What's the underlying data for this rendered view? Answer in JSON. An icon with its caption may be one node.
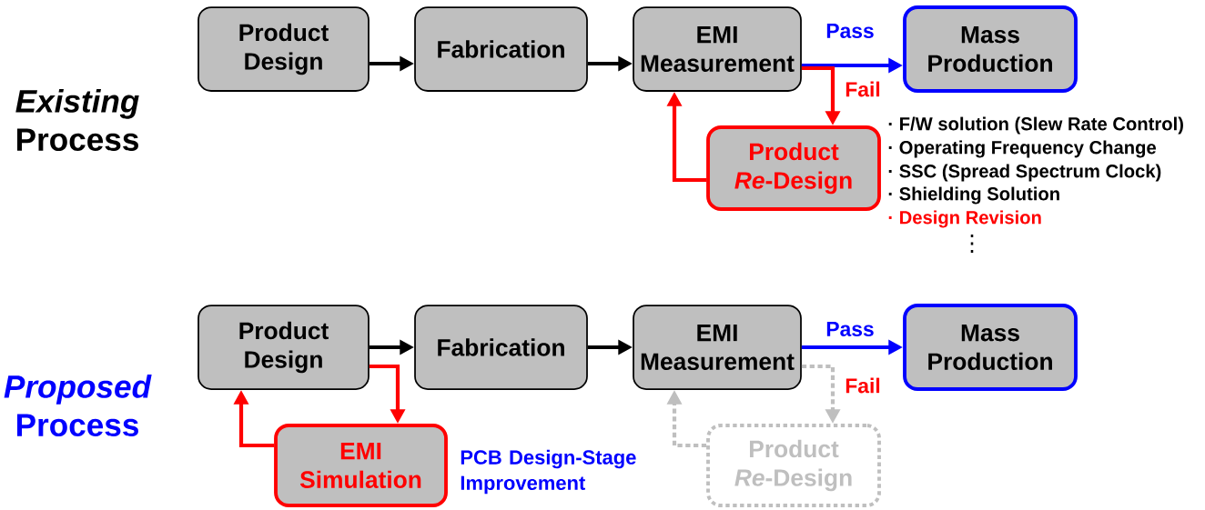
{
  "diagram": {
    "nodes": [
      {
        "text": [
          "Product Design"
        ]
      },
      {
        "text": [
          "Fabrication"
        ]
      },
      {
        "text": [
          "EMI Measurement"
        ]
      },
      {
        "text": [
          "Mass Production"
        ]
      },
      {
        "text": [
          "Product *Re*-Design"
        ]
      },
      {
        "text": [
          "Product Design"
        ]
      },
      {
        "text": [
          "Fabrication"
        ]
      },
      {
        "text": [
          "EMI Measurement"
        ]
      },
      {
        "text": [
          "Mass Production"
        ]
      },
      {
        "text": [
          "EMI Simulation"
        ]
      },
      {
        "text": [
          "Product *Re*-Design"
        ]
      }
    ],
    "edges": [
      {
        "from": 0,
        "to": 1,
        "arrow": "to"
      },
      {
        "from": 1,
        "to": 2,
        "arrow": "to"
      },
      {
        "from": 2,
        "to": 3,
        "arrow": "to",
        "label": "Pass",
        "color": "#0000ff"
      },
      {
        "from": 2,
        "to": 4,
        "arrow": "to",
        "label": "Fail",
        "color": "#ff0000"
      },
      {
        "from": 4,
        "to": 2,
        "arrow": "to",
        "color": "#ff0000"
      },
      {
        "from": 5,
        "to": 6,
        "arrow": "to"
      },
      {
        "from": 6,
        "to": 7,
        "arrow": "to"
      },
      {
        "from": 7,
        "to": 8,
        "arrow": "to",
        "label": "Pass",
        "color": "#0000ff"
      },
      {
        "from": 5,
        "to": 9,
        "arrow": "to",
        "color": "#ff0000"
      },
      {
        "from": 9,
        "to": 5,
        "arrow": "to",
        "color": "#ff0000"
      },
      {
        "from": 7,
        "to": 10,
        "arrow": "to",
        "label": "Fail",
        "style": "dashed",
        "color": "#bfbfbf"
      },
      {
        "from": 10,
        "to": 7,
        "arrow": "to",
        "style": "dashed",
        "color": "#bfbfbf"
      }
    ],
    "labels": [
      "*Existing* Process",
      "· F/W solution (Slew Rate Control)",
      "· Operating Frequency Change",
      "· SSC (Spread Spectrum Clock)",
      "· Shielding Solution",
      "· Design Revision",
      "⋮",
      "*Proposed* Process",
      "PCB Design-Stage Improvement"
    ]
  }
}
